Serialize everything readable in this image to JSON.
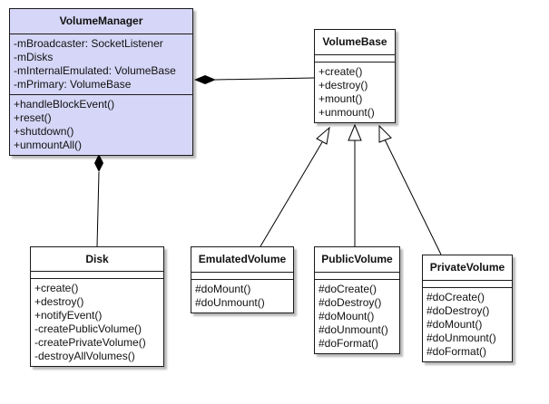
{
  "classes": {
    "volume_manager": {
      "name": "VolumeManager",
      "attributes": [
        "-mBroadcaster: SocketListener",
        "-mDisks",
        "-mInternalEmulated: VolumeBase",
        "-mPrimary: VolumeBase"
      ],
      "operations": [
        "+handleBlockEvent()",
        "+reset()",
        "+shutdown()",
        "+unmountAll()"
      ]
    },
    "volume_base": {
      "name": "VolumeBase",
      "attributes": [],
      "operations": [
        "+create()",
        "+destroy()",
        "+mount()",
        "+unmount()"
      ]
    },
    "disk": {
      "name": "Disk",
      "attributes": [],
      "operations": [
        "+create()",
        "+destroy()",
        "+notifyEvent()",
        "-createPublicVolume()",
        "-createPrivateVolume()",
        "-destroyAllVolumes()"
      ]
    },
    "emulated_volume": {
      "name": "EmulatedVolume",
      "attributes": [],
      "operations": [
        "#doMount()",
        "#doUnmount()"
      ]
    },
    "public_volume": {
      "name": "PublicVolume",
      "attributes": [],
      "operations": [
        "#doCreate()",
        "#doDestroy()",
        "#doMount()",
        "#doUnmount()",
        "#doFormat()"
      ]
    },
    "private_volume": {
      "name": "PrivateVolume",
      "attributes": [],
      "operations": [
        "#doCreate()",
        "#doDestroy()",
        "#doMount()",
        "#doUnmount()",
        "#doFormat()"
      ]
    }
  },
  "relationships": [
    {
      "type": "composition",
      "whole": "VolumeManager",
      "part": "VolumeBase"
    },
    {
      "type": "composition",
      "whole": "VolumeManager",
      "part": "Disk"
    },
    {
      "type": "generalization",
      "child": "EmulatedVolume",
      "parent": "VolumeBase"
    },
    {
      "type": "generalization",
      "child": "PublicVolume",
      "parent": "VolumeBase"
    },
    {
      "type": "generalization",
      "child": "PrivateVolume",
      "parent": "VolumeBase"
    }
  ],
  "colors": {
    "highlight_fill": "#d6d6f8",
    "border": "#1a1a1a",
    "line": "#000000"
  }
}
